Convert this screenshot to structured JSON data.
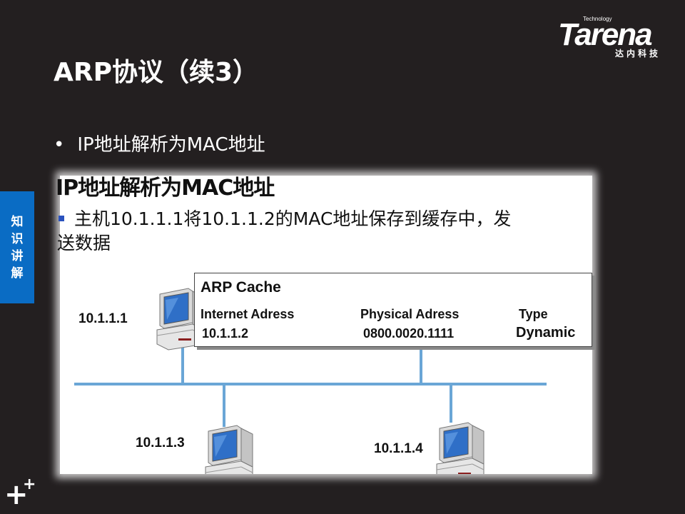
{
  "logo": {
    "word": "Tarena",
    "tagline": "Technology",
    "cn": "达内科技"
  },
  "title": "ARP协议（续3）",
  "bullet": "IP地址解析为MAC地址",
  "side_tab": [
    "知",
    "识",
    "讲",
    "解"
  ],
  "slide": {
    "title": "IP地址解析为MAC地址",
    "bullet_line1": "主机10.1.1.1将10.1.1.2的MAC地址保存到缓存中，发",
    "bullet_line2": "送数据",
    "hosts": [
      {
        "ip": "10.1.1.1"
      },
      {
        "ip": "10.1.1.3"
      },
      {
        "ip": "10.1.1.4"
      }
    ],
    "cache": {
      "title": "ARP Cache",
      "headers": [
        "Internet Adress",
        "Physical Adress",
        "Type"
      ],
      "row": [
        "10.1.1.2",
        "0800.0020.1111",
        "Dynamic"
      ]
    },
    "colors": {
      "wire": "#6aa6d6",
      "screen": "#2f6fc7"
    }
  }
}
